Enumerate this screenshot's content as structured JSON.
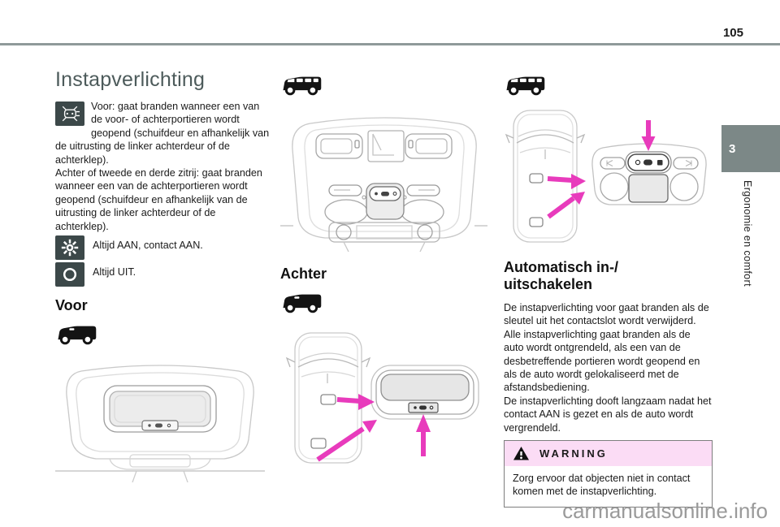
{
  "page": {
    "number": "105",
    "watermark": "carmanualsonline.info"
  },
  "sidebar": {
    "chapter_number": "3",
    "chapter_label": "Ergonomie en comfort"
  },
  "colors": {
    "accent_magenta": "#e83bbc",
    "tab_gray": "#7c8887",
    "title_slate": "#4d5b5b",
    "icon_slate": "#3c4849",
    "warning_pink": "#fbdcf5"
  },
  "icons": {
    "intro": "courtesy-light-icon",
    "mode_on": "sun-icon",
    "mode_off": "circle-off-icon",
    "front_section": "cargo-van-icon",
    "rear_section": "cargo-van-icon",
    "minibus": "minibus-icon",
    "warning": "warning-triangle-icon"
  },
  "article": {
    "title": "Instapverlichting",
    "intro_para1": "Voor: gaat branden wanneer een van de voor- of achterportieren wordt geopend (schuifdeur en afhankelijk van de uitrusting de linker achterdeur of de achterklep).",
    "intro_para2": "Achter of tweede en derde zitrij: gaat branden wanneer een van de achterportieren wordt geopend (schuifdeur en afhankelijk van de uitrusting de linker achterdeur of de achterklep).",
    "modes": [
      {
        "icon": "sun-icon",
        "label": "Altijd AAN, contact AAN."
      },
      {
        "icon": "circle-off-icon",
        "label": "Altijd UIT."
      }
    ],
    "section_front": {
      "heading": "Voor"
    },
    "section_rear": {
      "heading": "Achter"
    },
    "section_auto": {
      "heading_line1": "Automatisch in-/",
      "heading_line2": "uitschakelen",
      "body": "De instapverlichting voor gaat branden als de sleutel uit het contactslot wordt verwijderd.\nAlle instapverlichting gaat branden als de auto wordt ontgrendeld, als een van de desbetreffende portieren wordt geopend en als de auto wordt gelokaliseerd met de afstandsbediening.\nDe instapverlichting dooft langzaam nadat het contact AAN is gezet en als de auto wordt vergrendeld."
    },
    "warning": {
      "title": "WARNING",
      "text": "Zorg ervoor dat objecten niet in contact komen met de instapverlichting."
    }
  }
}
